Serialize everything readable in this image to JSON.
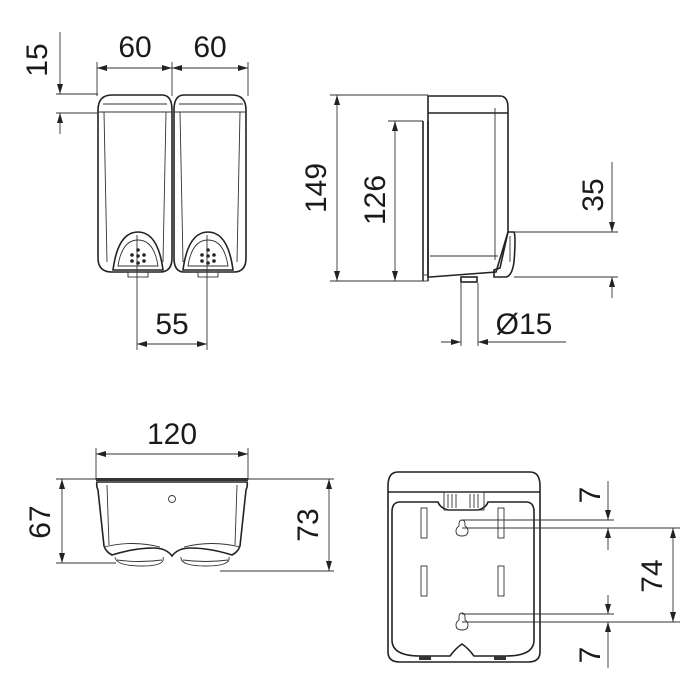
{
  "drawing": {
    "subject": "double soap dispenser",
    "line_color": "#222222",
    "background": "#ffffff"
  },
  "front_view": {
    "dim_width_left": "60",
    "dim_width_right": "60",
    "dim_top_cap": "15",
    "dim_push_spacing": "55"
  },
  "side_view": {
    "dim_total_height": "149",
    "dim_back_height": "126",
    "dim_button_height": "35",
    "dim_outlet_diameter": "Ø15"
  },
  "top_view": {
    "dim_width": "120",
    "dim_depth_body": "67",
    "dim_depth_total": "73"
  },
  "back_view": {
    "dim_top_offset": "7",
    "dim_hole_spacing": "74",
    "dim_bottom_offset": "7"
  }
}
